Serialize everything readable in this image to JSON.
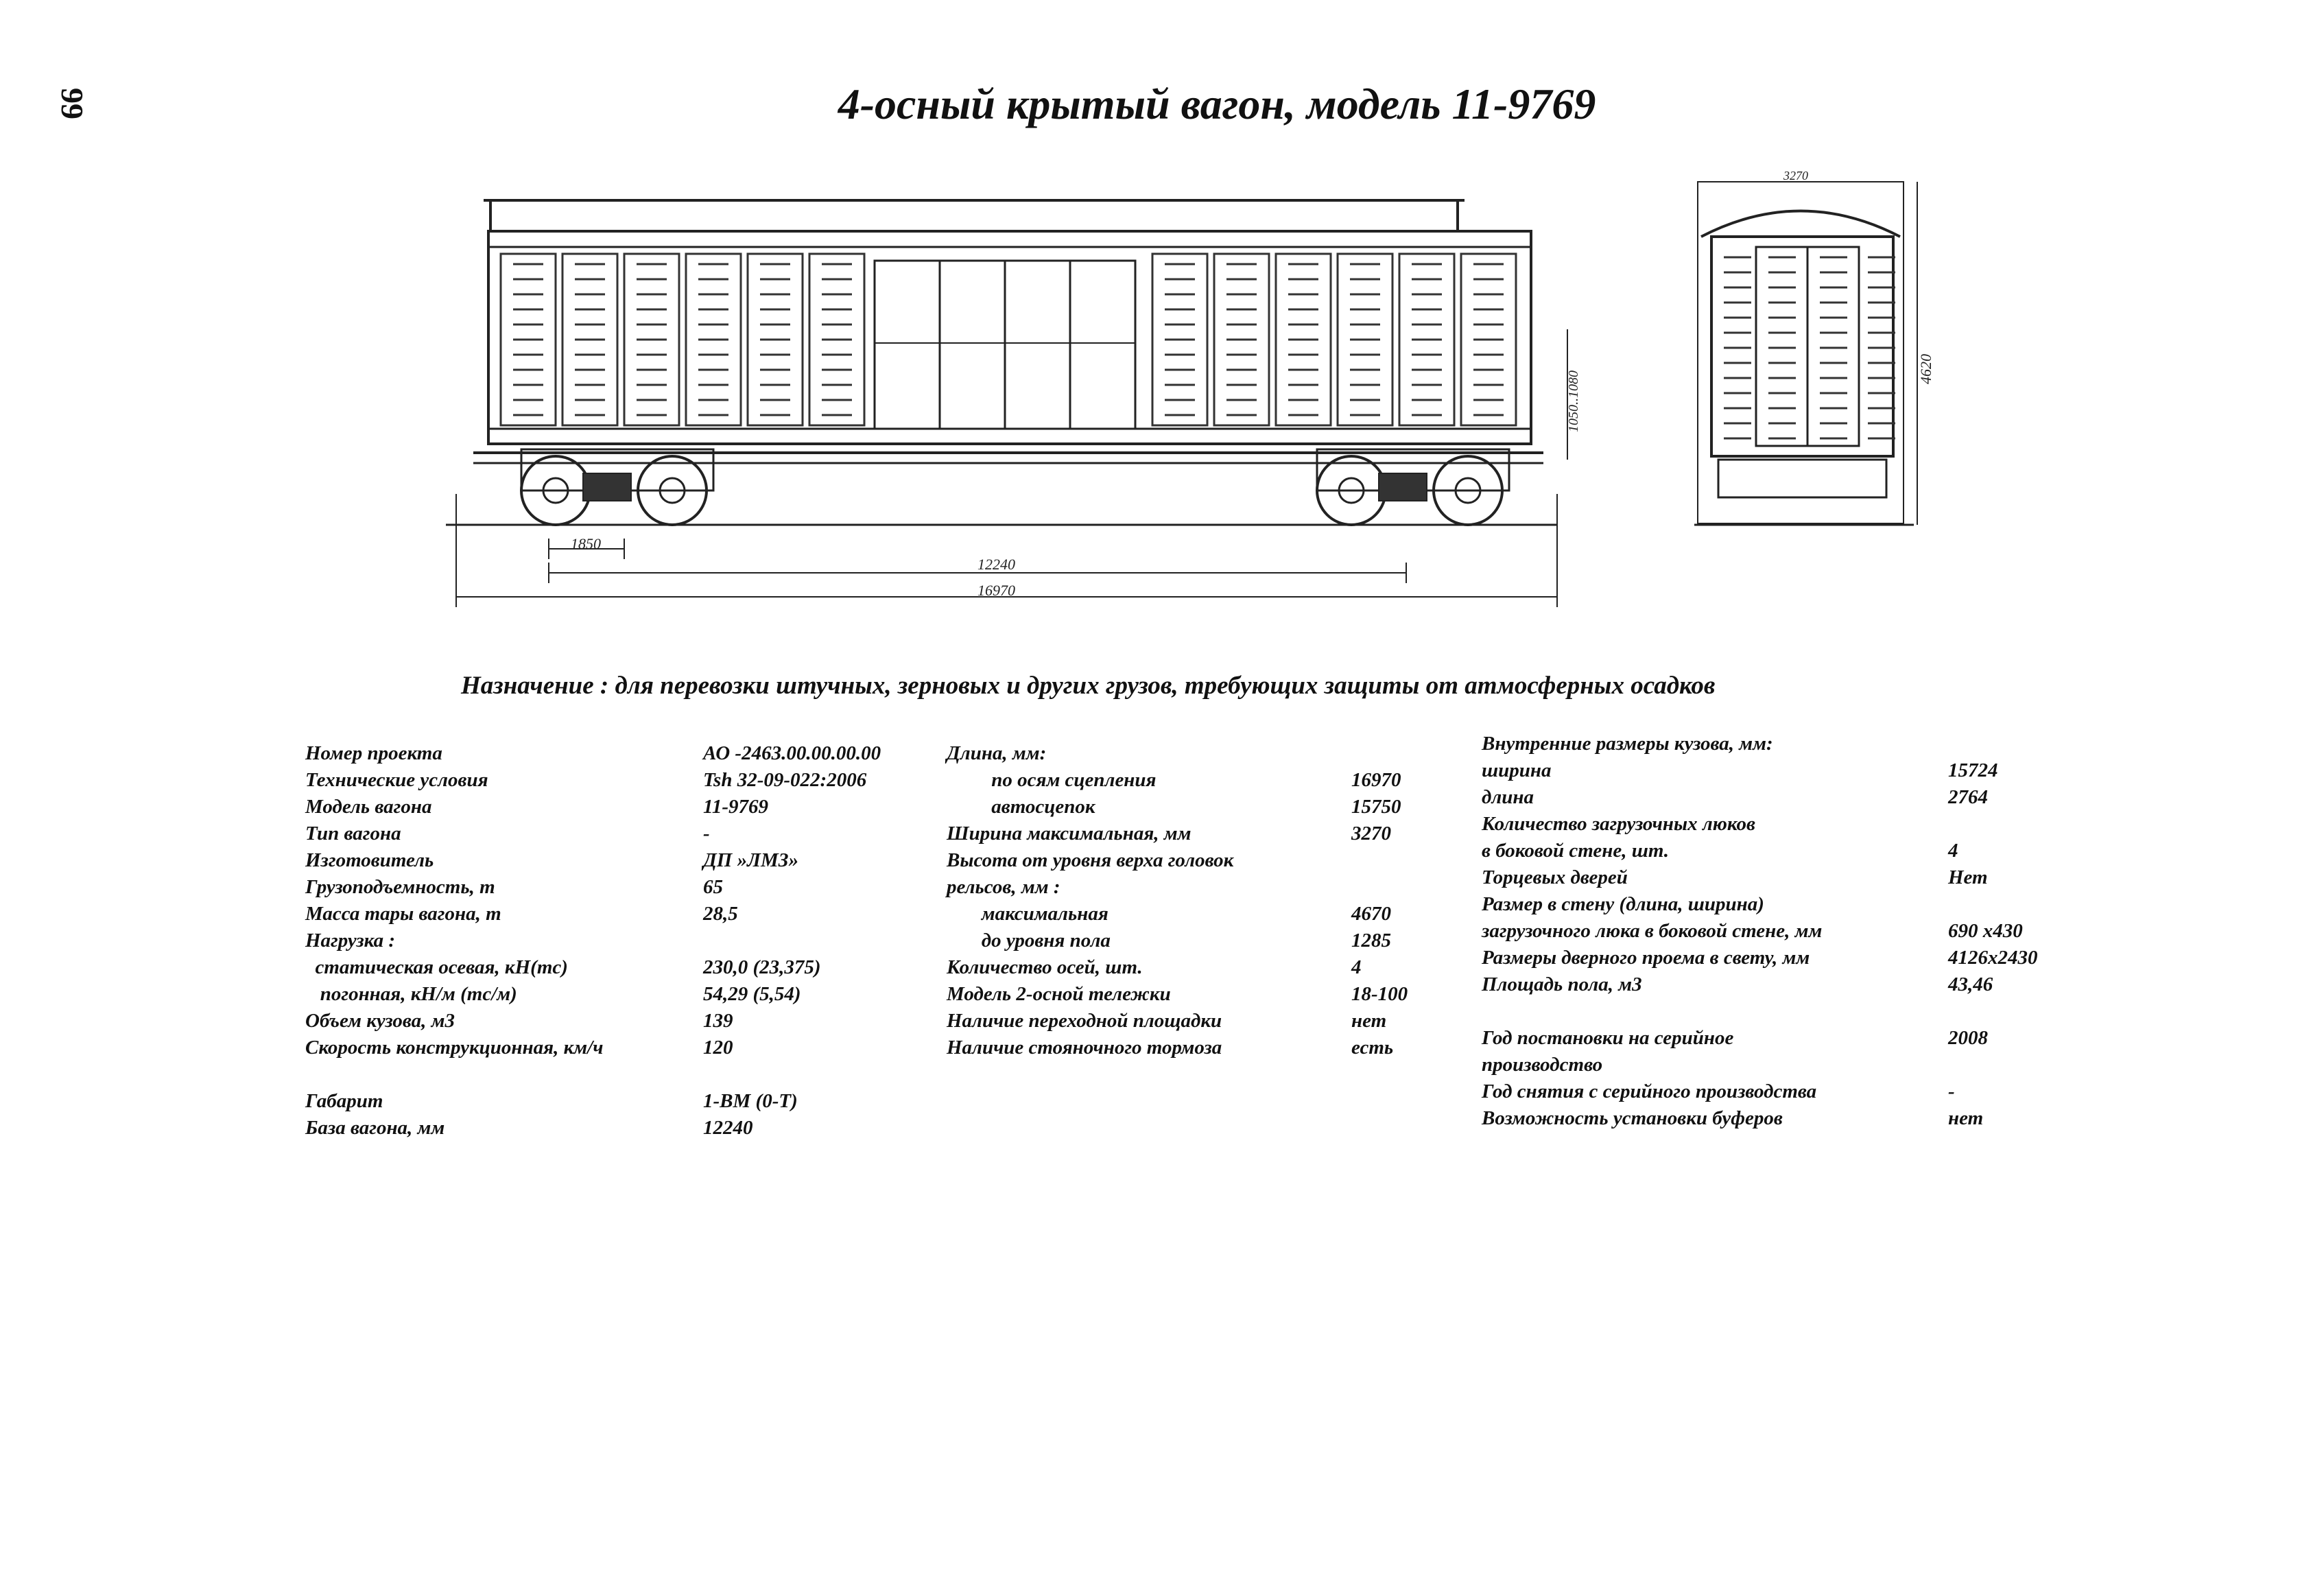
{
  "page_number": "99",
  "title": "4-осный крытый вагон,  модель 11-9769",
  "drawing": {
    "dim_bogie_offset": "1850",
    "dim_base": "12240",
    "dim_length": "16970",
    "dim_coupler_height": "1050..1080",
    "dim_height": "4620",
    "dim_top": "3270"
  },
  "purpose": "Назначение : для перевозки штучных, зерновых и  других грузов,  требующих защиты от атмосферных осадков",
  "col1": [
    {
      "label": "Номер проекта",
      "value": "АО -2463.00.00.00.00"
    },
    {
      "label": "Технические условия",
      "value": "Tsh 32-09-022:2006"
    },
    {
      "label": "Модель вагона",
      "value": "11-9769"
    },
    {
      "label": "Тип вагона",
      "value": "-"
    },
    {
      "label": "Изготовитель",
      "value": "ДП »ЛМЗ»"
    },
    {
      "label": "Грузоподъемность, т",
      "value": "65"
    },
    {
      "label": "Масса тары вагона, т",
      "value": "28,5"
    },
    {
      "label": "Нагрузка :",
      "value": ""
    },
    {
      "label": "  статическая осевая, кН(тс)",
      "value": "230,0 (23,375)"
    },
    {
      "label": "   погонная, кН/м (тс/м)",
      "value": "54,29 (5,54)"
    },
    {
      "label": "Объем кузова, м3",
      "value": "139"
    },
    {
      "label": "Скорость конструкционная, км/ч",
      "value": "120"
    },
    {
      "label": "",
      "value": ""
    },
    {
      "label": "Габарит",
      "value": "1-ВМ (0-Т)"
    },
    {
      "label": "База вагона, мм",
      "value": "12240"
    }
  ],
  "col2": [
    {
      "label": "Длина, мм:",
      "value": ""
    },
    {
      "label": "         по осям сцепления",
      "value": "16970"
    },
    {
      "label": "         автосцепок",
      "value": "15750"
    },
    {
      "label": "Ширина максимальная, мм",
      "value": "3270"
    },
    {
      "label": "Высота от уровня верха головок",
      "value": ""
    },
    {
      "label": "рельсов, мм :",
      "value": ""
    },
    {
      "label": "       максимальная",
      "value": "4670"
    },
    {
      "label": "       до уровня пола",
      "value": "1285"
    },
    {
      "label": "Количество осей, шт.",
      "value": "4"
    },
    {
      "label": "Модель 2-осной тележки",
      "value": "18-100"
    },
    {
      "label": "Наличие переходной площадки",
      "value": "нет"
    },
    {
      "label": "Наличие стояночного тормоза",
      "value": "есть"
    }
  ],
  "col3": [
    {
      "label": "Внутренние размеры кузова, мм:",
      "value": ""
    },
    {
      "label": "ширина",
      "value": "15724"
    },
    {
      "label": "длина",
      "value": "2764"
    },
    {
      "label": "Количество загрузочных люков",
      "value": ""
    },
    {
      "label": "в боковой стене, шт.",
      "value": "4"
    },
    {
      "label": "Торцевых дверей",
      "value": "Нет"
    },
    {
      "label": "Размер в стену (длина, ширина)",
      "value": ""
    },
    {
      "label": "загрузочного люка в боковой стене, мм",
      "value": "690 х430"
    },
    {
      "label": "Размеры дверного проема в свету, мм",
      "value": "4126х2430"
    },
    {
      "label": "Площадь пола, м3",
      "value": "43,46"
    },
    {
      "label": "",
      "value": ""
    },
    {
      "label": "Год постановки на серийное",
      "value": "2008"
    },
    {
      "label": "производство",
      "value": ""
    },
    {
      "label": "Год снятия с серийного производства",
      "value": "-"
    },
    {
      "label": "Возможность установки буферов",
      "value": "нет"
    }
  ]
}
